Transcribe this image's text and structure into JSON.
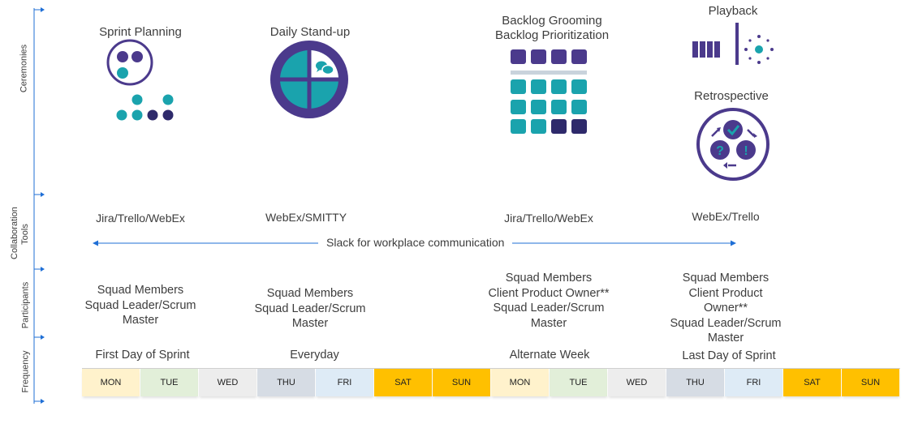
{
  "rows": [
    {
      "label": "Ceremonies"
    },
    {
      "label": "Collaboration Tools"
    },
    {
      "label": "Participants"
    },
    {
      "label": "Frequency"
    }
  ],
  "ceremonies": [
    {
      "title": "Sprint Planning",
      "icon": "sprint-planning-icon"
    },
    {
      "title": "Daily Stand-up",
      "icon": "daily-standup-icon"
    },
    {
      "title": "Backlog Grooming\nBacklog Prioritization",
      "icon": "backlog-grid-icon"
    },
    {
      "title": "Playback",
      "icon": "playback-icon"
    },
    {
      "title": "Retrospective",
      "icon": "retrospective-icon"
    }
  ],
  "tools": [
    "Jira/Trello/WebEx",
    "WebEx/SMITTY",
    "Jira/Trello/WebEx",
    "WebEx/Trello"
  ],
  "slack": "Slack for workplace communication",
  "participants": [
    "Squad Members\nSquad Leader/Scrum\nMaster",
    "Squad Members\nSquad Leader/Scrum\nMaster",
    "Squad Members\nClient Product Owner**\nSquad Leader/Scrum\nMaster",
    "Squad Members\nClient Product\nOwner**\nSquad Leader/Scrum\nMaster"
  ],
  "frequency": [
    "First Day of Sprint",
    "Everyday",
    "Alternate Week",
    "Last Day of Sprint"
  ],
  "calendar": [
    {
      "day": "MON",
      "color": "#fff2cc"
    },
    {
      "day": "TUE",
      "color": "#e2efd9"
    },
    {
      "day": "WED",
      "color": "#ededed"
    },
    {
      "day": "THU",
      "color": "#d6dce4"
    },
    {
      "day": "FRI",
      "color": "#deebf6"
    },
    {
      "day": "SAT",
      "color": "#ffc000"
    },
    {
      "day": "SUN",
      "color": "#ffc000"
    },
    {
      "day": "MON",
      "color": "#fff2cc"
    },
    {
      "day": "TUE",
      "color": "#e2efd9"
    },
    {
      "day": "WED",
      "color": "#ededed"
    },
    {
      "day": "THU",
      "color": "#d6dce4"
    },
    {
      "day": "FRI",
      "color": "#deebf6"
    },
    {
      "day": "SAT",
      "color": "#ffc000"
    },
    {
      "day": "SUN",
      "color": "#ffc000"
    }
  ],
  "colors": {
    "purple": "#4b3a8c",
    "teal": "#1aa3ad",
    "navy": "#2e2a6b",
    "axis": "#1f6fd6"
  }
}
